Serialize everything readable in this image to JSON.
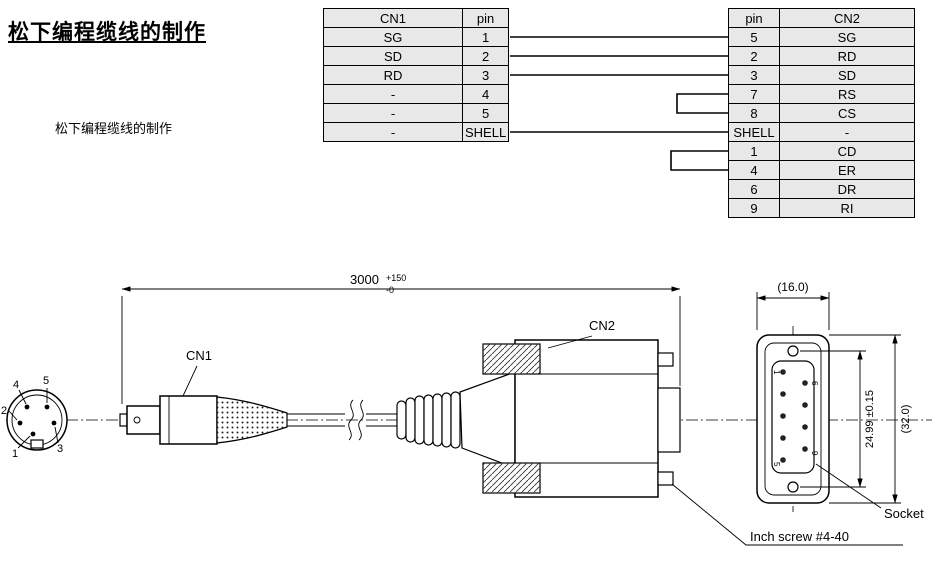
{
  "title": "松下编程缆线的制作",
  "subtitle": "松下编程缆线的制作",
  "colors": {
    "table_bg": "#e8e8e8",
    "line_color": "#000000"
  },
  "table_cn1": {
    "headers": [
      "CN1",
      "pin"
    ],
    "rows": [
      [
        "SG",
        "1"
      ],
      [
        "SD",
        "2"
      ],
      [
        "RD",
        "3"
      ],
      [
        "-",
        "4"
      ],
      [
        "-",
        "5"
      ],
      [
        "-",
        "SHELL"
      ]
    ]
  },
  "table_cn2": {
    "headers": [
      "pin",
      "CN2"
    ],
    "rows": [
      [
        "5",
        "SG"
      ],
      [
        "2",
        "RD"
      ],
      [
        "3",
        "SD"
      ],
      [
        "7",
        "RS"
      ],
      [
        "8",
        "CS"
      ],
      [
        "SHELL",
        "-"
      ],
      [
        "1",
        "CD"
      ],
      [
        "4",
        "ER"
      ],
      [
        "6",
        "DR"
      ],
      [
        "9",
        "RI"
      ]
    ]
  },
  "drawing": {
    "dim_length": "3000",
    "dim_length_tol_plus": "+150",
    "dim_length_tol_minus": "-0",
    "label_cn1": "CN1",
    "label_cn2": "CN2",
    "dim_width": "(16.0)",
    "dim_pin_span": "24.99 ±0.15",
    "dim_height": "(32.0)",
    "label_socket": "Socket",
    "label_inch_screw": "Inch screw #4-40",
    "din_pin_labels": [
      "1",
      "2",
      "3",
      "4",
      "5"
    ],
    "db9_pin_labels": {
      "top_left": "1",
      "top_right": "6",
      "bottom_left": "5",
      "bottom_right": "9"
    }
  }
}
